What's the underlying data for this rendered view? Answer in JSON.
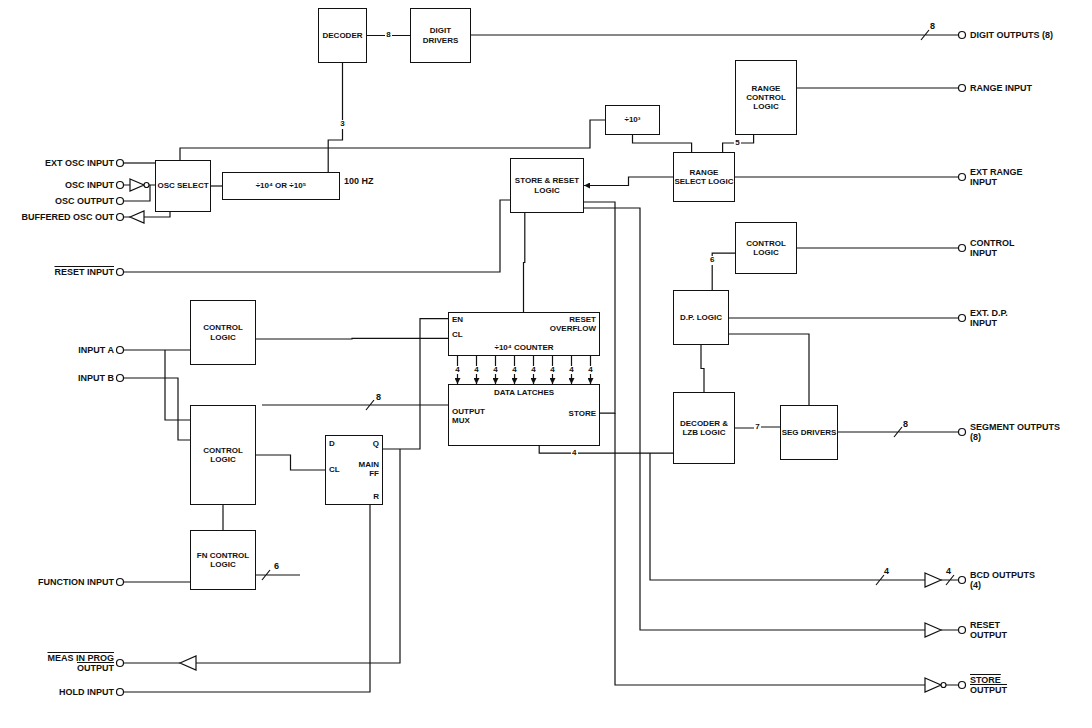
{
  "diagram": {
    "nodes": [
      {
        "text": [
          "DECODER"
        ]
      },
      {
        "text": [
          "DIGIT DRIVERS"
        ]
      },
      {
        "text": [
          "OSC SELECT"
        ]
      },
      {
        "text": [
          "÷10⁴ OR ÷10⁵"
        ]
      },
      {
        "text": [
          "÷10³"
        ]
      },
      {
        "text": [
          "RANGE CONTROL LOGIC"
        ]
      },
      {
        "text": [
          "STORE & RESET LOGIC"
        ]
      },
      {
        "text": [
          "RANGE SELECT LOGIC"
        ]
      },
      {
        "text": [
          "CONTROL LOGIC"
        ]
      },
      {
        "text": [
          "CONTROL LOGIC"
        ]
      },
      {
        "text": [
          "EN",
          "RESET OVERFLOW",
          "CL",
          "÷10⁴ COUNTER"
        ]
      },
      {
        "text": [
          "DATA LATCHES",
          "OUTPUT MUX",
          "STORE"
        ]
      },
      {
        "text": [
          "D.P. LOGIC"
        ]
      },
      {
        "text": [
          "CONTROL LOGIC"
        ]
      },
      {
        "text": [
          "D",
          "Q",
          "CL",
          "MAIN FF",
          "R"
        ]
      },
      {
        "text": [
          "DECODER & LZB LOGIC"
        ]
      },
      {
        "text": [
          "SEG DRIVERS"
        ]
      },
      {
        "text": [
          "FN CONTROL LOGIC"
        ]
      }
    ],
    "edges": [
      {
        "from": 0,
        "to": 1,
        "arrow": "none",
        "label": "8"
      },
      {
        "from": 2,
        "to": 3,
        "arrow": "none"
      },
      {
        "from": 3,
        "to": 0,
        "arrow": "none",
        "label": "3"
      },
      {
        "from": 4,
        "to": 7,
        "arrow": "none"
      },
      {
        "from": 5,
        "to": 7,
        "arrow": "none",
        "label": "5"
      },
      {
        "from": 7,
        "to": 6,
        "arrow": "to"
      },
      {
        "from": 6,
        "to": 10,
        "arrow": "none"
      },
      {
        "from": 6,
        "to": 11,
        "arrow": "none"
      },
      {
        "from": 9,
        "to": 10,
        "arrow": "none"
      },
      {
        "from": 13,
        "to": 14,
        "arrow": "none"
      },
      {
        "from": 14,
        "to": 10,
        "arrow": "none"
      },
      {
        "from": 11,
        "to": 15,
        "arrow": "none",
        "label": "4"
      },
      {
        "from": 15,
        "to": 16,
        "arrow": "none",
        "label": "7"
      },
      {
        "from": 12,
        "to": 15,
        "arrow": "none"
      },
      {
        "from": 8,
        "to": 12,
        "arrow": "none",
        "label": "6"
      },
      {
        "from": 17,
        "to": 13,
        "arrow": "none"
      },
      {
        "from": 12,
        "to": 16,
        "arrow": "none"
      },
      {
        "from": 10,
        "to": 11,
        "arrow": "to",
        "label": "4"
      },
      {
        "from": 10,
        "to": 11,
        "arrow": "to",
        "label": "4"
      },
      {
        "from": 10,
        "to": 11,
        "arrow": "to",
        "label": "4"
      },
      {
        "from": 10,
        "to": 11,
        "arrow": "to",
        "label": "4"
      },
      {
        "from": 10,
        "to": 11,
        "arrow": "to",
        "label": "4"
      },
      {
        "from": 10,
        "to": 11,
        "arrow": "to",
        "label": "4"
      },
      {
        "from": 10,
        "to": 11,
        "arrow": "to",
        "label": "4"
      },
      {
        "from": 10,
        "to": 11,
        "arrow": "to",
        "label": "4"
      }
    ],
    "labels": [
      "EXT OSC INPUT",
      "OSC INPUT",
      "OSC OUTPUT",
      "BUFFERED OSC OUT",
      "RESET INPUT",
      "INPUT A",
      "INPUT B",
      "FUNCTION INPUT",
      "MEAS IN PROG OUTPUT",
      "HOLD INPUT",
      "DIGIT OUTPUTS (8)",
      "RANGE INPUT",
      "EXT RANGE INPUT",
      "CONTROL INPUT",
      "EXT. D.P. INPUT",
      "SEGMENT OUTPUTS (8)",
      "BCD OUTPUTS (4)",
      "RESET OUTPUT",
      "STORE OUTPUT",
      "100 HZ",
      "8",
      "8",
      "8",
      "4",
      "4",
      "6"
    ]
  }
}
